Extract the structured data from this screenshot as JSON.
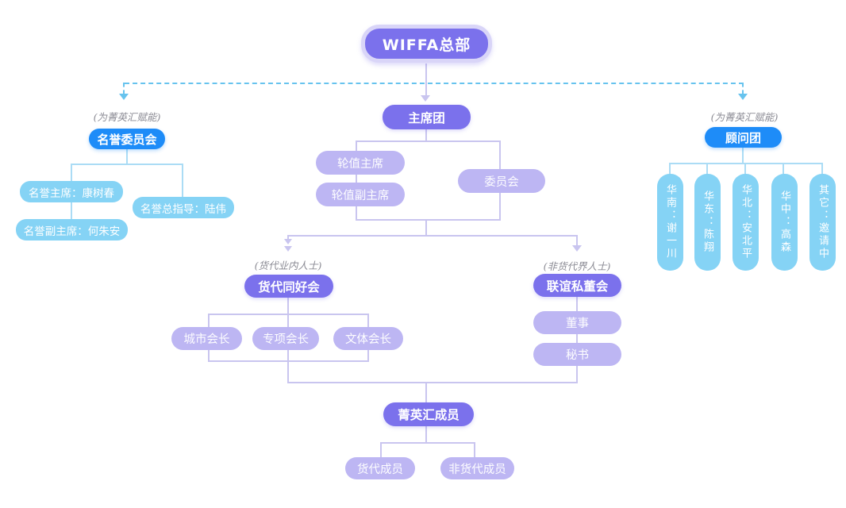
{
  "colors": {
    "primary_purple": "#7b71ec",
    "ring_lavender": "#d9d5f8",
    "light_purple": "#bdb6f3",
    "blue": "#1e8cf8",
    "cyan": "#85d3f5",
    "connector_purple": "#c9c5ef",
    "connector_cyan": "#abdcf5",
    "dashed_blue": "#67c3ee",
    "note_gray": "#8b8b94"
  },
  "org": {
    "root": "WIFFA总部",
    "notes": {
      "honorary": "(为菁英汇赋能)",
      "advisory": "(为菁英汇赋能)",
      "forwarder": "(货代业内人士)",
      "non_forwarder": "(非货代界人士)"
    },
    "honorary": {
      "title": "名誉委员会",
      "members": [
        "名誉主席：康树春",
        "名誉副主席：何朱安",
        "名誉总指导：陆伟"
      ]
    },
    "presidium": {
      "title": "主席团",
      "children": [
        "轮值主席",
        "轮值副主席",
        "委员会"
      ]
    },
    "advisory": {
      "title": "顾问团",
      "members": [
        "华南：谢一川",
        "华东：陈翔",
        "华北：安北平",
        "华中：高森",
        "其它：邀请中"
      ]
    },
    "forwarder_club": {
      "title": "货代同好会",
      "children": [
        "城市会长",
        "专项会长",
        "文体会长"
      ]
    },
    "private_board": {
      "title": "联谊私董会",
      "children": [
        "董事",
        "秘书"
      ]
    },
    "members": {
      "title": "菁英汇成员",
      "children": [
        "货代成员",
        "非货代成员"
      ]
    }
  }
}
